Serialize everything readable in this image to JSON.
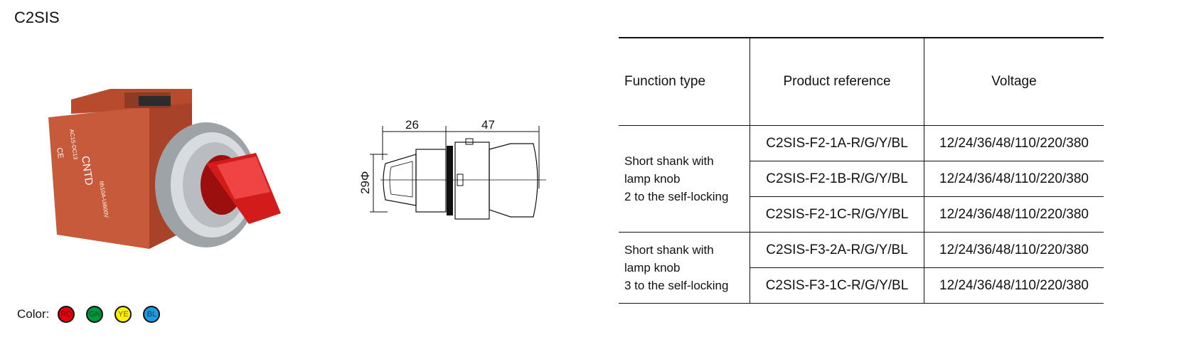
{
  "title": "C2SIS",
  "product_image": {
    "icon": "rotary-selector-switch-photo",
    "branding": {
      "brand": "CNTD",
      "rating": "AC15-DC13",
      "current": "Ith10A-Ui600V",
      "ce": "CE"
    },
    "accent_color": "#c0392b"
  },
  "drawing": {
    "dim_a": "26",
    "dim_b": "47",
    "dim_dia": "29Φ"
  },
  "colors": {
    "label": "Color:",
    "items": [
      {
        "code": "RD",
        "fill": "#e3000f",
        "text_color": "#7a0000"
      },
      {
        "code": "GN",
        "fill": "#009a3e",
        "text_color": "#004d1f"
      },
      {
        "code": "YE",
        "fill": "#fff200",
        "text_color": "#7a6a00"
      },
      {
        "code": "BL",
        "fill": "#1e9be0",
        "text_color": "#0b3f66"
      }
    ]
  },
  "table": {
    "headers": {
      "function": "Function type",
      "reference": "Product reference",
      "voltage": "Voltage"
    },
    "groups": [
      {
        "function_lines": [
          "Short shank with",
          "lamp knob",
          "2 to the self-locking"
        ],
        "rows": [
          {
            "reference": "C2SIS-F2-1A-R/G/Y/BL",
            "voltage": "12/24/36/48/110/220/380"
          },
          {
            "reference": "C2SIS-F2-1B-R/G/Y/BL",
            "voltage": "12/24/36/48/110/220/380"
          },
          {
            "reference": "C2SIS-F2-1C-R/G/Y/BL",
            "voltage": "12/24/36/48/110/220/380"
          }
        ]
      },
      {
        "function_lines": [
          "Short shank with",
          "lamp knob",
          "3 to the self-locking"
        ],
        "rows": [
          {
            "reference": "C2SIS-F3-2A-R/G/Y/BL",
            "voltage": "12/24/36/48/110/220/380"
          },
          {
            "reference": "C2SIS-F3-1C-R/G/Y/BL",
            "voltage": "12/24/36/48/110/220/380"
          }
        ]
      }
    ]
  }
}
